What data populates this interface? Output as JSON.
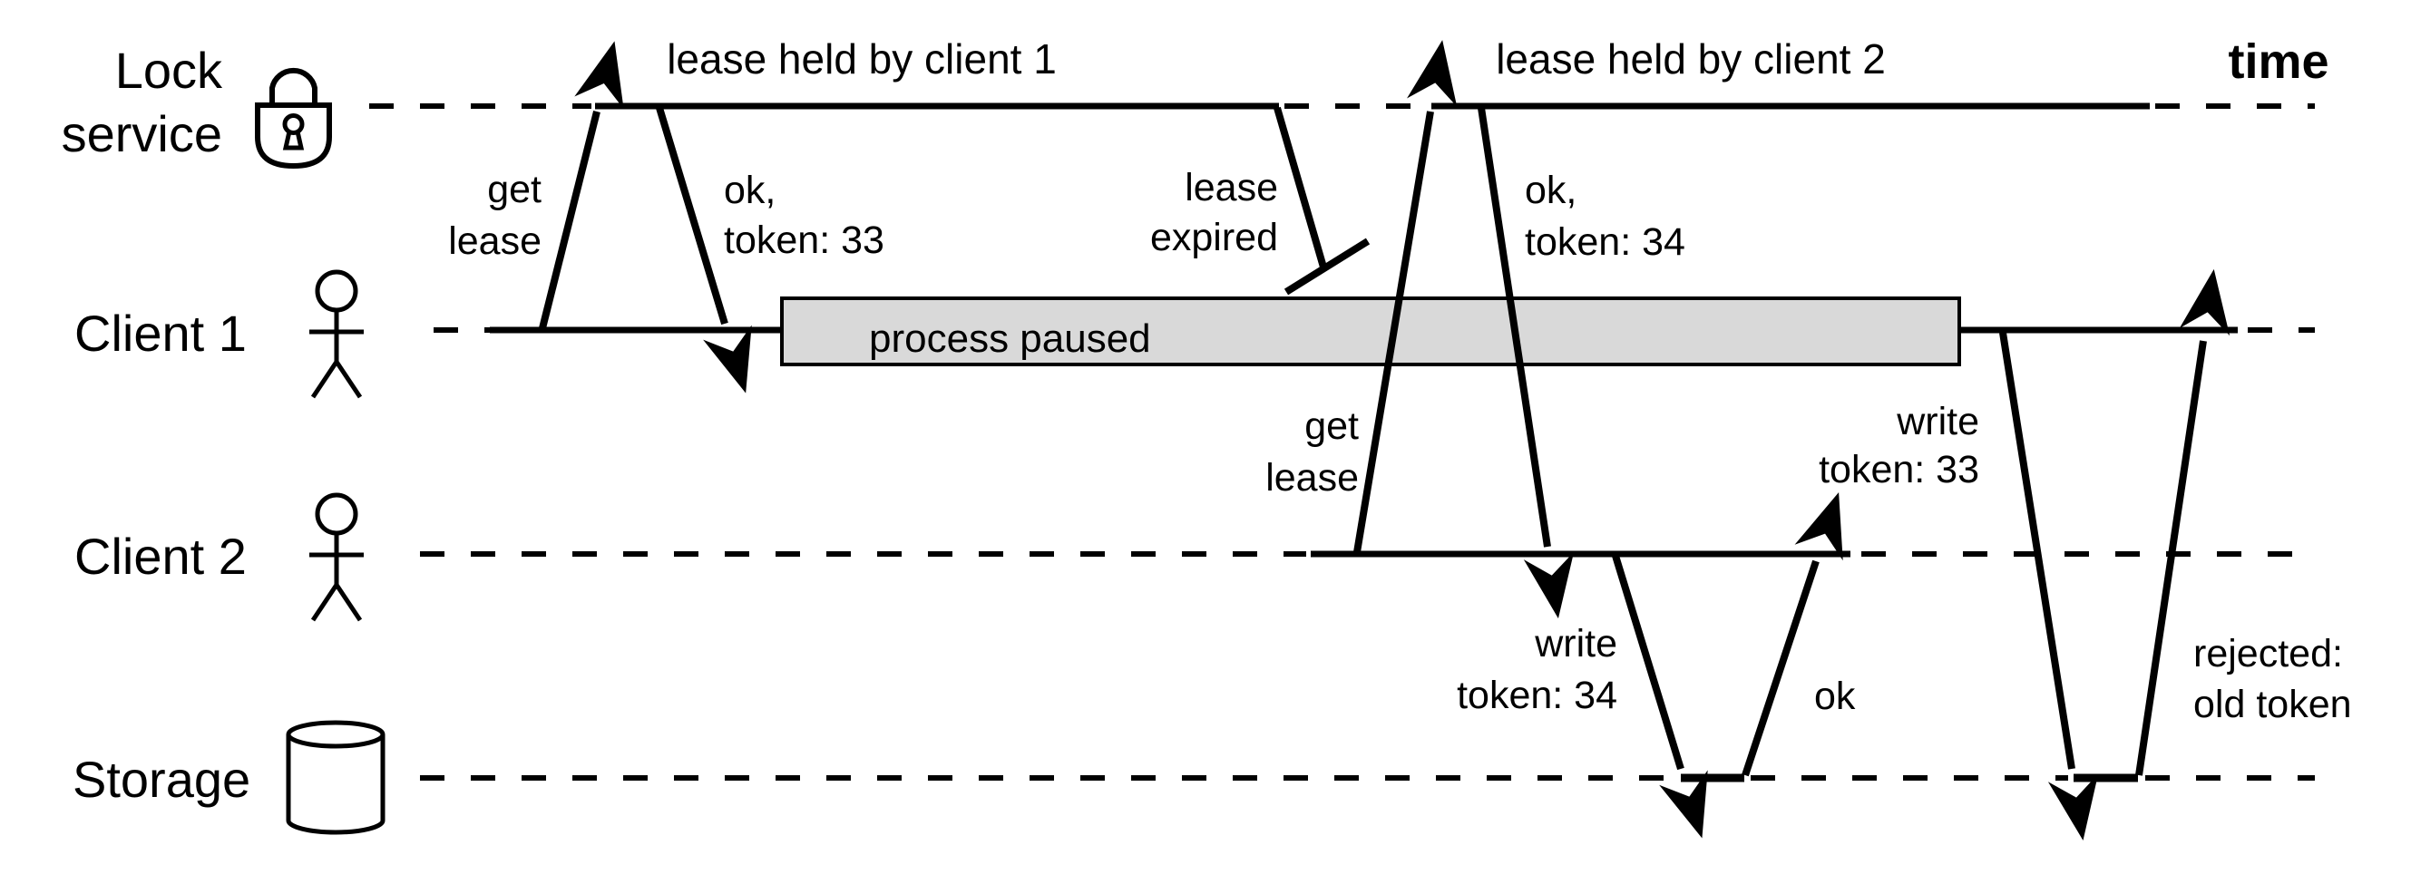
{
  "diagram": {
    "kind": "sequence-timeline",
    "time_label": "time"
  },
  "lanes": [
    {
      "id": "lock-service",
      "label_line1": "Lock",
      "label_line2": "service",
      "icon": "padlock-icon"
    },
    {
      "id": "client-1",
      "label": "Client 1",
      "icon": "person-icon"
    },
    {
      "id": "client-2",
      "label": "Client 2",
      "icon": "person-icon"
    },
    {
      "id": "storage",
      "label": "Storage",
      "icon": "database-cylinder-icon"
    }
  ],
  "annotations": {
    "lease_held_1": "lease held by client 1",
    "lease_held_2": "lease held by client 2",
    "process_paused": "process paused"
  },
  "messages": {
    "get_lease_1": {
      "line1": "get",
      "line2": "lease"
    },
    "ok_token_33": {
      "line1": "ok,",
      "line2": "token: 33"
    },
    "lease_expired": {
      "line1": "lease",
      "line2": "expired"
    },
    "get_lease_2": {
      "line1": "get",
      "line2": "lease"
    },
    "ok_token_34": {
      "line1": "ok,",
      "line2": "token: 34"
    },
    "write_token_34": {
      "line1": "write",
      "line2": "token: 34"
    },
    "ok_storage_1": {
      "line1": "ok"
    },
    "write_token_33": {
      "line1": "write",
      "line2": "token: 33"
    },
    "rejected_old_token": {
      "line1": "rejected:",
      "line2": "old token"
    }
  },
  "colors": {
    "stroke": "#000000",
    "paused_box_fill": "#d9d9d9",
    "background": "#ffffff"
  }
}
